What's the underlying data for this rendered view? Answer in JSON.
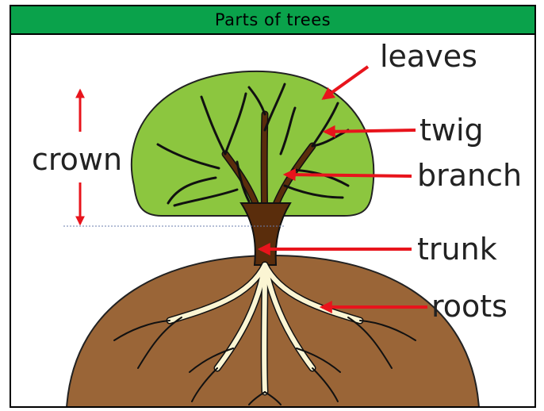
{
  "title": "Parts of trees",
  "labels": {
    "leaves": "leaves",
    "twig": "twig",
    "crown": "crown",
    "branch": "branch",
    "trunk": "trunk",
    "roots": "roots"
  },
  "colors": {
    "title_bar": "#0aa24b",
    "crown_fill": "#8cc63f",
    "trunk": "#5a2d0c",
    "roots": "#fbf5d3",
    "soil": "#9a6537",
    "arrow": "#e8141c"
  }
}
